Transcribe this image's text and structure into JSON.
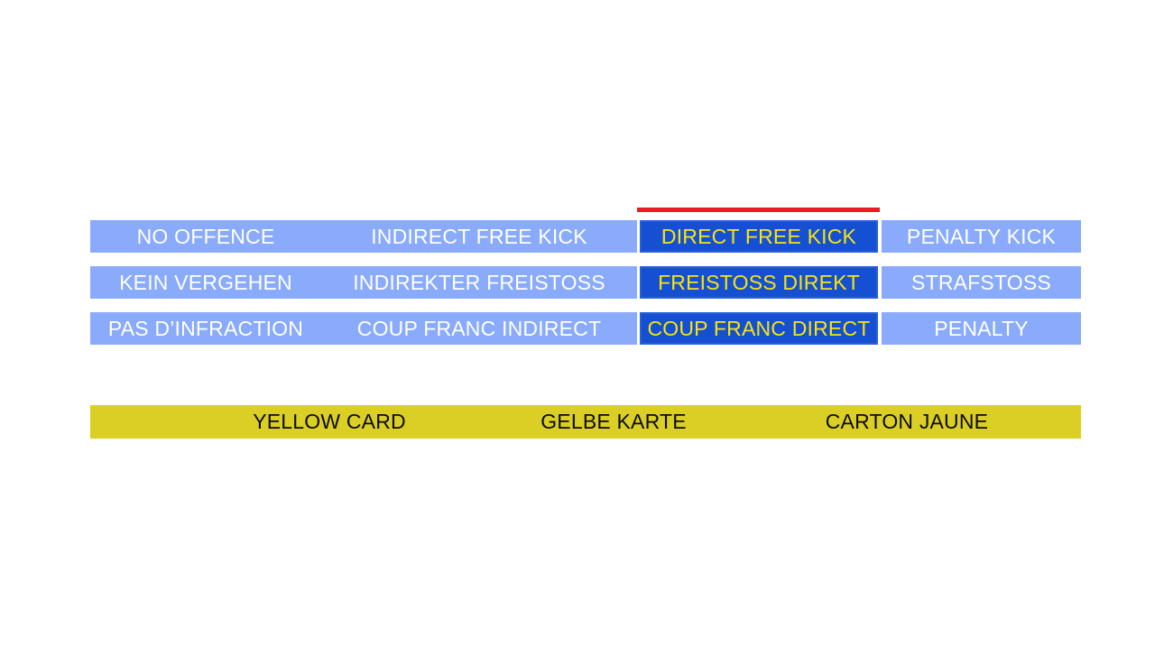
{
  "decision_matrix": {
    "highlighted_column_index": 2,
    "marker": {
      "name": "red-marker",
      "color": "#e81c21"
    },
    "colors": {
      "option_background": "#8aabfb",
      "option_text": "#ffffff",
      "highlight_background": "#1650d2",
      "highlight_text": "#f6e411",
      "card_background": "#dbcf25",
      "card_text": "#0b0b0b"
    },
    "rows": [
      {
        "language": "english",
        "cells": [
          "NO OFFENCE",
          "INDIRECT FREE KICK",
          "DIRECT FREE KICK",
          "PENALTY KICK"
        ]
      },
      {
        "language": "german",
        "cells": [
          "KEIN VERGEHEN",
          "INDIREKTER FREISTOSS",
          "FREISTOSS DIREKT",
          "STRAFSTOSS"
        ]
      },
      {
        "language": "french",
        "cells": [
          "PAS D’INFRACTION",
          "COUP FRANC INDIRECT",
          "COUP FRANC DIRECT",
          "PENALTY"
        ]
      }
    ]
  },
  "card_bar": {
    "labels": [
      "YELLOW CARD",
      "GELBE KARTE",
      "CARTON JAUNE"
    ]
  }
}
